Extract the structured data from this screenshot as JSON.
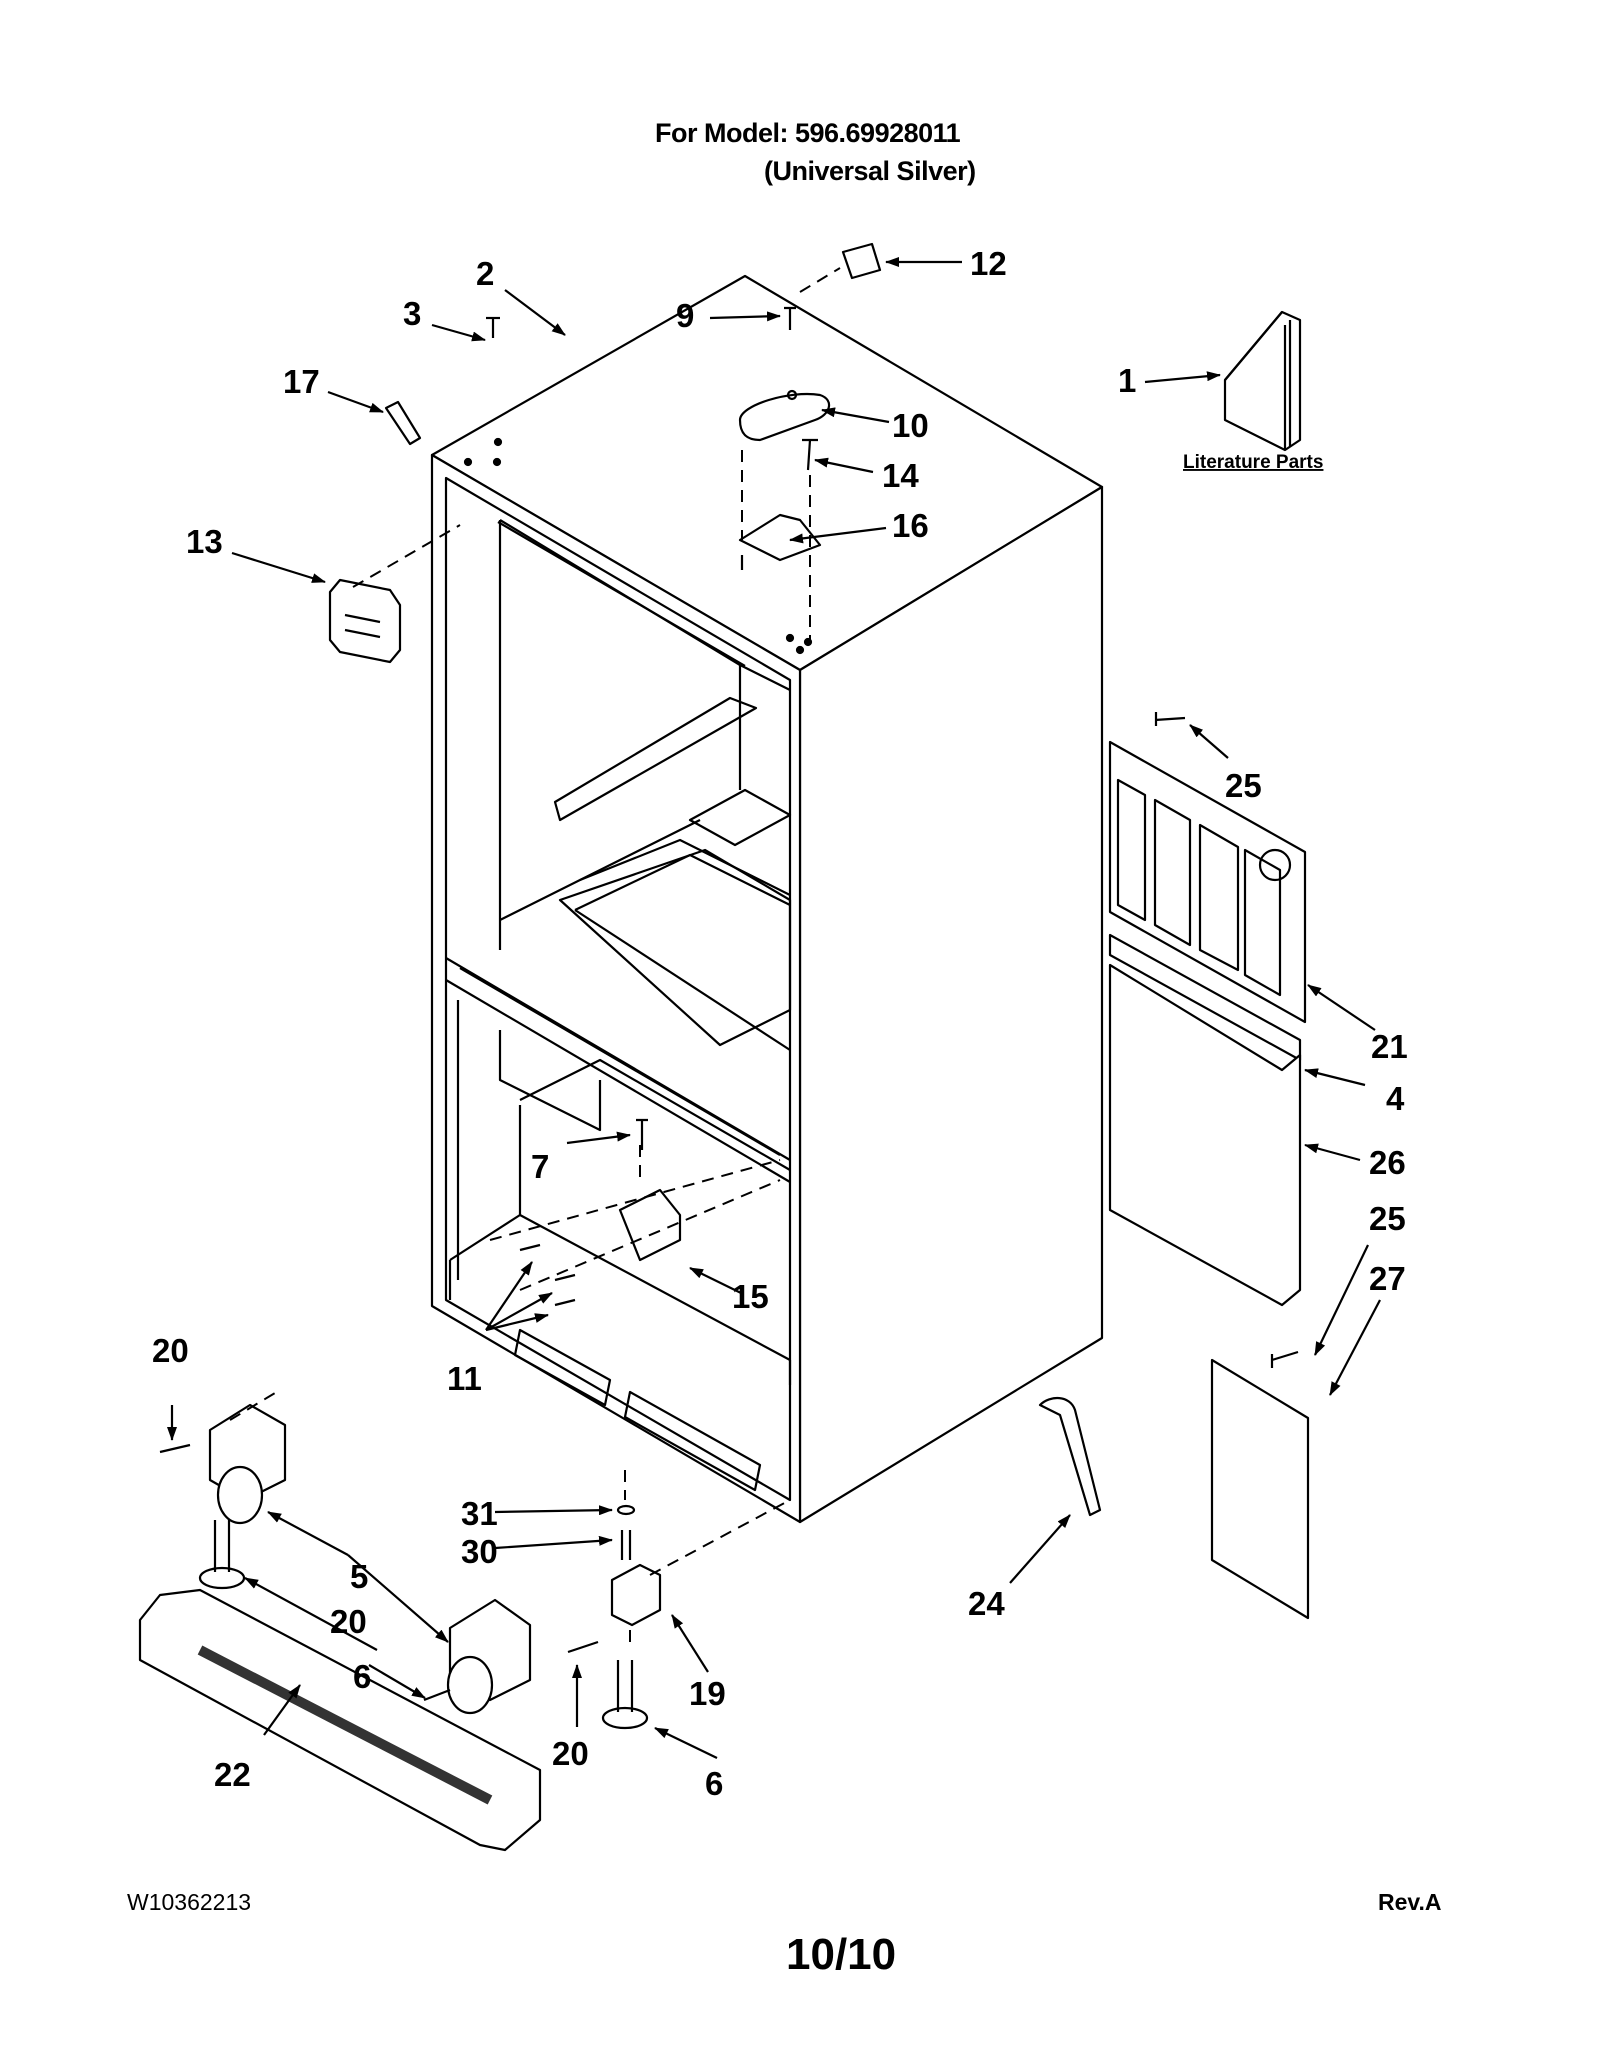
{
  "header": {
    "model_line": "For Model: 596.69928011",
    "model_variant": "(Universal Silver)"
  },
  "footer": {
    "document_number": "W10362213",
    "page": "10/10",
    "revision": "Rev.A"
  },
  "literature_caption": "Literature Parts",
  "callouts": [
    {
      "id": "c1",
      "number": "1",
      "part": "literature-parts"
    },
    {
      "id": "c2",
      "number": "2",
      "part": "cabinet"
    },
    {
      "id": "c3",
      "number": "3",
      "part": "screw"
    },
    {
      "id": "c9",
      "number": "9",
      "part": "screw"
    },
    {
      "id": "c10",
      "number": "10",
      "part": "hinge-cover"
    },
    {
      "id": "c12",
      "number": "12",
      "part": "label"
    },
    {
      "id": "c13",
      "number": "13",
      "part": "control-housing"
    },
    {
      "id": "c14",
      "number": "14",
      "part": "hinge-bolt"
    },
    {
      "id": "c16",
      "number": "16",
      "part": "top-hinge"
    },
    {
      "id": "c17",
      "number": "17",
      "part": "tape"
    },
    {
      "id": "c25a",
      "number": "25",
      "part": "screw"
    },
    {
      "id": "c21",
      "number": "21",
      "part": "rear-access-panel"
    },
    {
      "id": "c4",
      "number": "4",
      "part": "gasket-strip"
    },
    {
      "id": "c26",
      "number": "26",
      "part": "insulation"
    },
    {
      "id": "c25b",
      "number": "25",
      "part": "screw"
    },
    {
      "id": "c27",
      "number": "27",
      "part": "cover-plate"
    },
    {
      "id": "c7",
      "number": "7",
      "part": "hinge-pin"
    },
    {
      "id": "c15",
      "number": "15",
      "part": "center-hinge"
    },
    {
      "id": "c11",
      "number": "11",
      "part": "screws"
    },
    {
      "id": "c20a",
      "number": "20",
      "part": "screw"
    },
    {
      "id": "c5a",
      "number": "5",
      "part": "roller-assembly"
    },
    {
      "id": "c6a",
      "number": "6",
      "part": "leveling-leg"
    },
    {
      "id": "c20b",
      "number": "20",
      "part": "screw"
    },
    {
      "id": "c5b",
      "number": "5",
      "part": "roller-assembly"
    },
    {
      "id": "c22",
      "number": "22",
      "part": "toe-grille"
    },
    {
      "id": "c31",
      "number": "31",
      "part": "washer"
    },
    {
      "id": "c30",
      "number": "30",
      "part": "hinge-pin"
    },
    {
      "id": "c19",
      "number": "19",
      "part": "bottom-hinge"
    },
    {
      "id": "c20c",
      "number": "20",
      "part": "screw"
    },
    {
      "id": "c6b",
      "number": "6",
      "part": "leveling-leg"
    },
    {
      "id": "c24",
      "number": "24",
      "part": "wrench"
    }
  ]
}
